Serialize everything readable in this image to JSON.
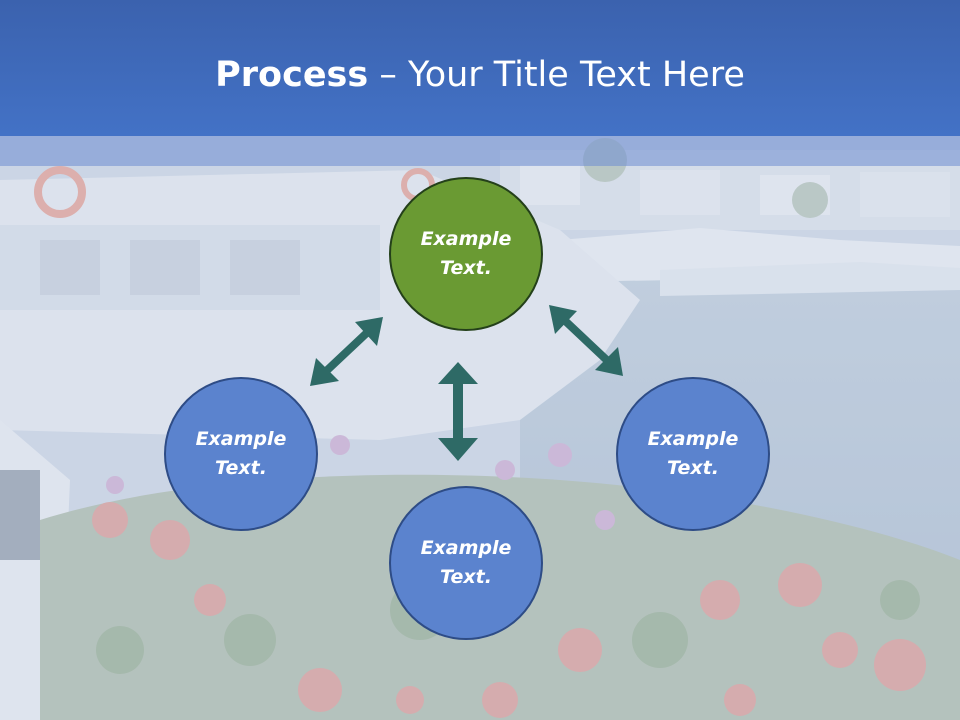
{
  "title": {
    "bold": "Process",
    "rest": " – Your Title Text Here"
  },
  "colors": {
    "title_bar": "#4372C6",
    "node_blue": "#5B83CE",
    "node_green": "#6A9A33",
    "arrow": "#2E6A66"
  },
  "nodes": {
    "top": {
      "label": "Example\nText."
    },
    "left": {
      "label": "Example\nText."
    },
    "right": {
      "label": "Example\nText."
    },
    "bottom": {
      "label": "Example\nText."
    }
  },
  "background": {
    "description_icon": "harbor-photo-icon"
  }
}
